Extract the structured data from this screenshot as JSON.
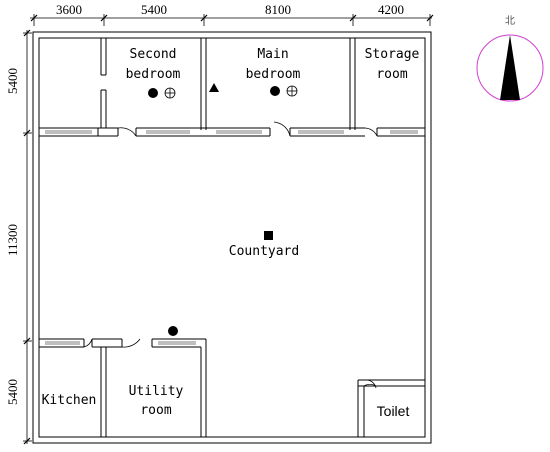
{
  "dimensions": {
    "top": [
      "3600",
      "5400",
      "8100",
      "4200"
    ],
    "left": [
      "5400",
      "11300",
      "5400"
    ]
  },
  "rooms": {
    "second_bedroom": [
      "Second",
      "bedroom"
    ],
    "main_bedroom": [
      "Main",
      "bedroom"
    ],
    "storage_room": [
      "Storage",
      "room"
    ],
    "courtyard": "Countyard",
    "kitchen": "Kitchen",
    "utility_room": [
      "Utility",
      "room"
    ],
    "toilet": "Toilet"
  },
  "compass": {
    "label": "北",
    "icon": "north-arrow-icon"
  },
  "markers": {
    "filled_circle": "filled-circle-marker-icon",
    "crosshair_circle": "crosshair-circle-marker-icon",
    "triangle": "triangle-marker-icon",
    "square": "square-marker-icon"
  }
}
